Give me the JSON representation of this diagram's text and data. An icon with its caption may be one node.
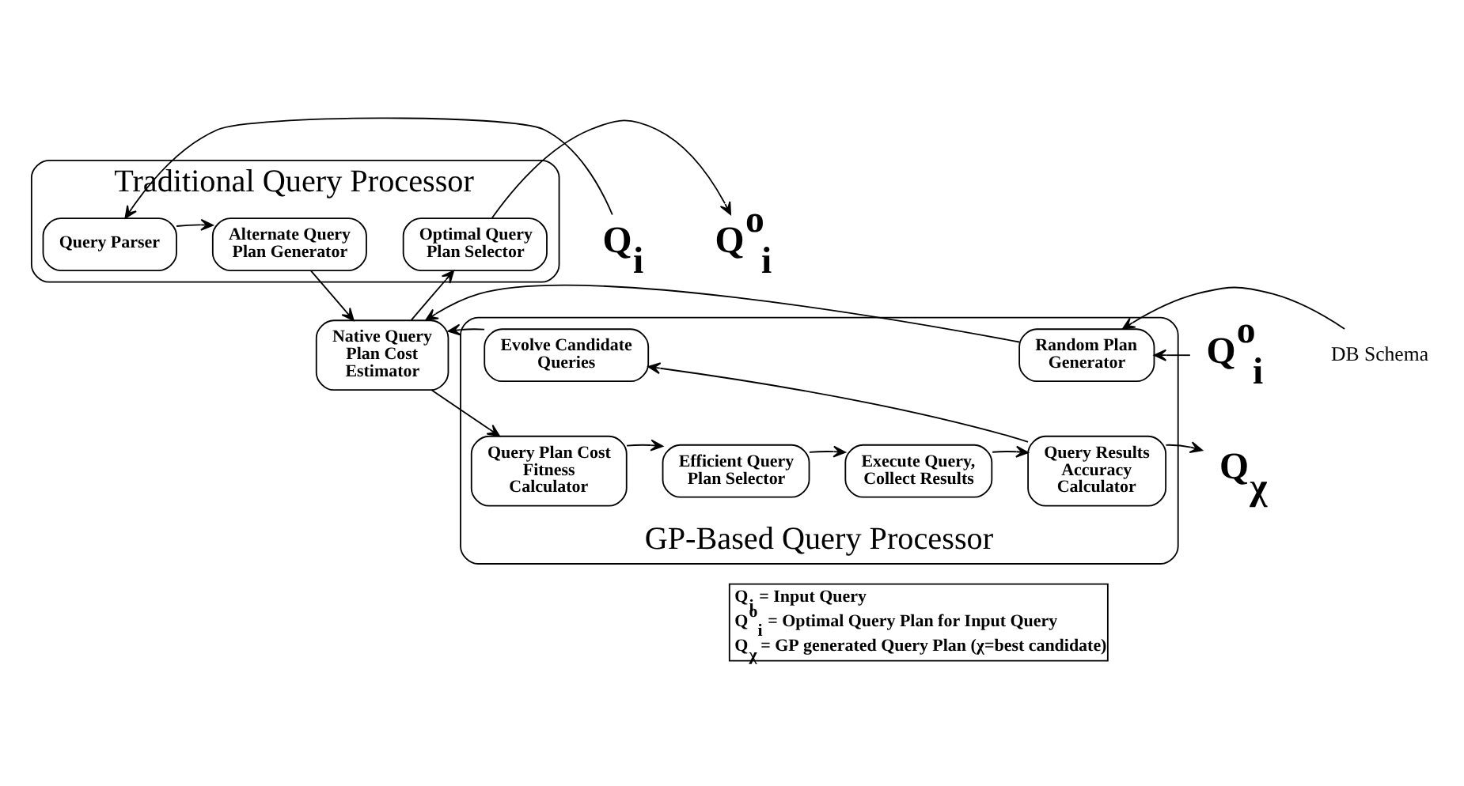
{
  "diagram": {
    "nodes": [
      {
        "text": [
          "Traditional Query Processor"
        ]
      },
      {
        "text": [
          "Q$_{i}$"
        ]
      },
      {
        "text": [
          "Query Parser"
        ],
        "in": 0
      },
      {
        "text": [
          "Alternate Query Plan Generator"
        ],
        "in": 0
      },
      {
        "text": [
          "Optimal Query Plan Selector"
        ],
        "in": 0
      },
      {
        "text": [
          "Q$^{o}$$_{i}$"
        ]
      },
      {
        "text": [
          "Native Query Plan Cost Estimator"
        ]
      },
      {
        "text": [
          "GP-Based Query Processor"
        ]
      },
      {
        "text": [
          "Q$^{o}$$_{i}$"
        ]
      },
      {
        "text": [
          "DB Schema"
        ]
      },
      {
        "text": [
          "Random Plan Generator"
        ],
        "in": 7
      },
      {
        "text": [
          "Evolve Candidate Queries"
        ],
        "in": 7
      },
      {
        "text": [
          "Query Plan Cost Fitness Calculator"
        ],
        "in": 7
      },
      {
        "text": [
          "Efficient Query Plan Selector"
        ],
        "in": 7
      },
      {
        "text": [
          "Execute Query, Collect Results"
        ],
        "in": 7
      },
      {
        "text": [
          "Query Results Accuracy Calculator"
        ],
        "in": 7
      },
      {
        "text": [
          "Q$_{χ}$"
        ]
      }
    ],
    "edges": [
      {
        "from": 1,
        "to": 2,
        "arrow": "to"
      },
      {
        "from": 2,
        "to": 3,
        "arrow": "to"
      },
      {
        "from": 3,
        "to": 6,
        "arrow": "to"
      },
      {
        "from": 6,
        "to": 4,
        "arrow": "to"
      },
      {
        "from": 4,
        "to": 5,
        "arrow": "to"
      },
      {
        "from": 8,
        "to": 10,
        "arrow": "to"
      },
      {
        "from": 9,
        "to": 10,
        "arrow": "to"
      },
      {
        "from": 10,
        "to": 6,
        "arrow": "to"
      },
      {
        "from": 11,
        "to": 6,
        "arrow": "to"
      },
      {
        "from": 6,
        "to": 12,
        "arrow": "to"
      },
      {
        "from": 12,
        "to": 13,
        "arrow": "to"
      },
      {
        "from": 13,
        "to": 14,
        "arrow": "to"
      },
      {
        "from": 14,
        "to": 15,
        "arrow": "to"
      },
      {
        "from": 15,
        "to": 11,
        "arrow": "to"
      },
      {
        "from": 15,
        "to": 16,
        "arrow": "to"
      }
    ],
    "labels": [
      "Q$_{i}$ = Input Query",
      "Q$^{o}$$_{i}$ = Optimal Query Plan for Input Query",
      "Q$_{χ}$ = GP generated Query Plan (χ=best candidate)"
    ]
  }
}
